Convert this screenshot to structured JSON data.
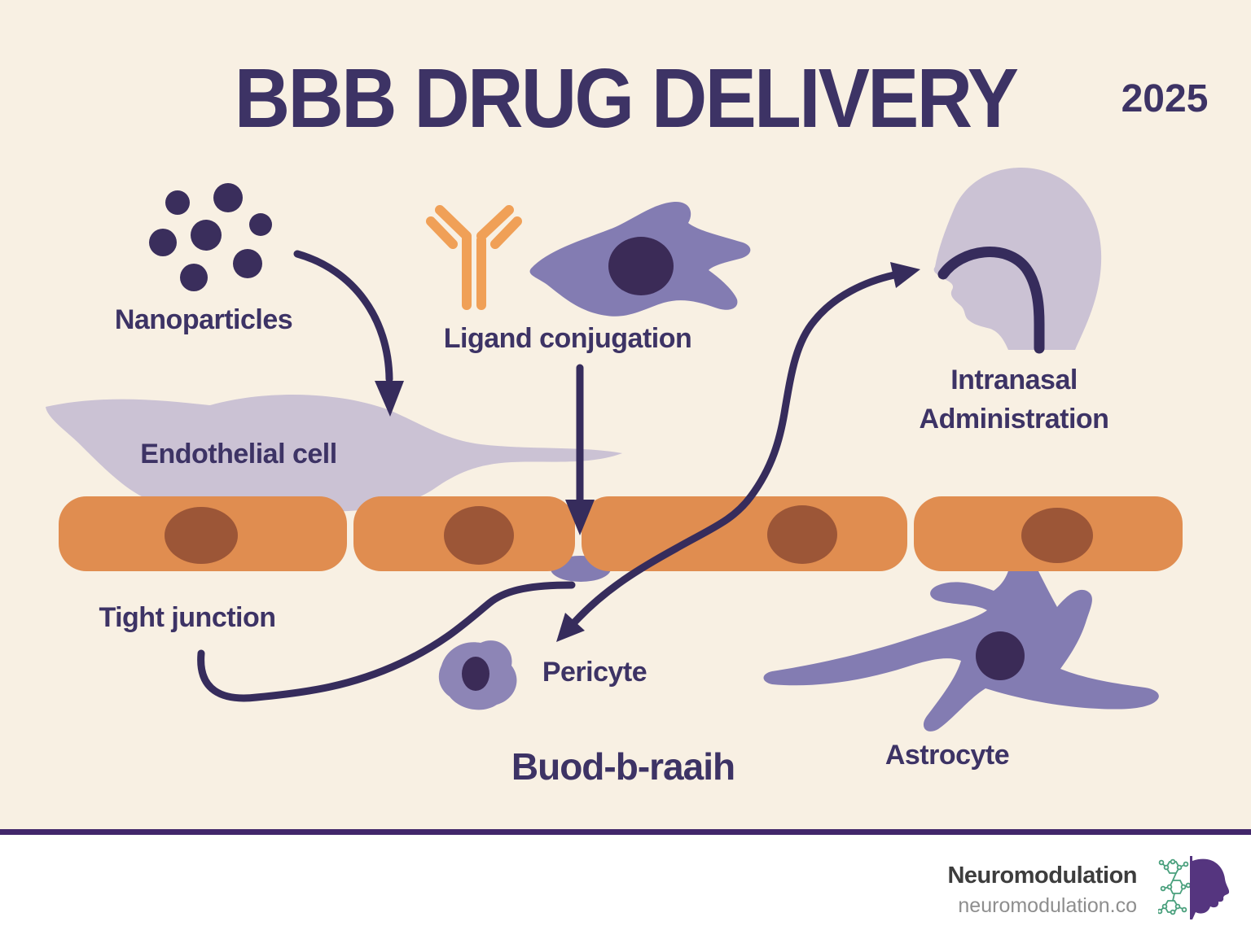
{
  "title": "BBB DRUG DELIVERY",
  "year": "2025",
  "labels": {
    "nanoparticles": "Nanoparticles",
    "ligand_conjugation": "Ligand conjugation",
    "intranasal_line1": "Intranasal",
    "intranasal_line2": "Administration",
    "endothelial_cell": "Endothelial cell",
    "tight_junction": "Tight junction",
    "pericyte": "Pericyte",
    "astrocyte": "Astrocyte",
    "bottom_caption": "Buod-b-raaih"
  },
  "footer": {
    "brand": "Neuromodulation",
    "url": "neuromodulation.co"
  },
  "palette": {
    "background": "#f8f0e3",
    "footer_bg": "#ffffff",
    "ink": "#3d3365",
    "arrow": "#362c5c",
    "dot": "#3a2e5c",
    "vessel": "#e08d50",
    "vessel_nucleus": "#9c5637",
    "lavender": "#cbc2d4",
    "cell_purple": "#837cb2",
    "cell_nucleus": "#3b2b57",
    "antibody": "#f0a057",
    "separator": "#42276b",
    "brand_text": "#3d3d3d",
    "url_text": "#8e8e8e",
    "logo_green": "#4aa07d",
    "logo_purple": "#55357f"
  },
  "icons": [
    "nanoparticles-dots-icon",
    "antibody-icon",
    "microglia-cell-icon",
    "head-profile-icon",
    "nasal-route-tube-icon",
    "endothelial-cell-icon",
    "capillary-segment-icon",
    "tight-junction-pointer-icon",
    "pericyte-cell-icon",
    "astrocyte-cell-icon",
    "curved-arrow-icon",
    "brand-logo-icon"
  ],
  "diagram": {
    "type": "infographic",
    "topic": "Blood-brain barrier drug delivery strategies",
    "elements": [
      {
        "name": "nanoparticles-cluster",
        "label": "Nanoparticles",
        "count_dots": 7
      },
      {
        "name": "antibody-ligand",
        "label": "Ligand conjugation"
      },
      {
        "name": "head-profile",
        "label": "Intranasal Administration"
      },
      {
        "name": "endothelial-cell",
        "label": "Endothelial cell"
      },
      {
        "name": "capillary-wall",
        "segments": 4
      },
      {
        "name": "tight-junction",
        "label": "Tight junction"
      },
      {
        "name": "pericyte",
        "label": "Pericyte"
      },
      {
        "name": "astrocyte",
        "label": "Astrocyte"
      },
      {
        "name": "caption",
        "label": "Buod-b-raaih"
      }
    ]
  }
}
